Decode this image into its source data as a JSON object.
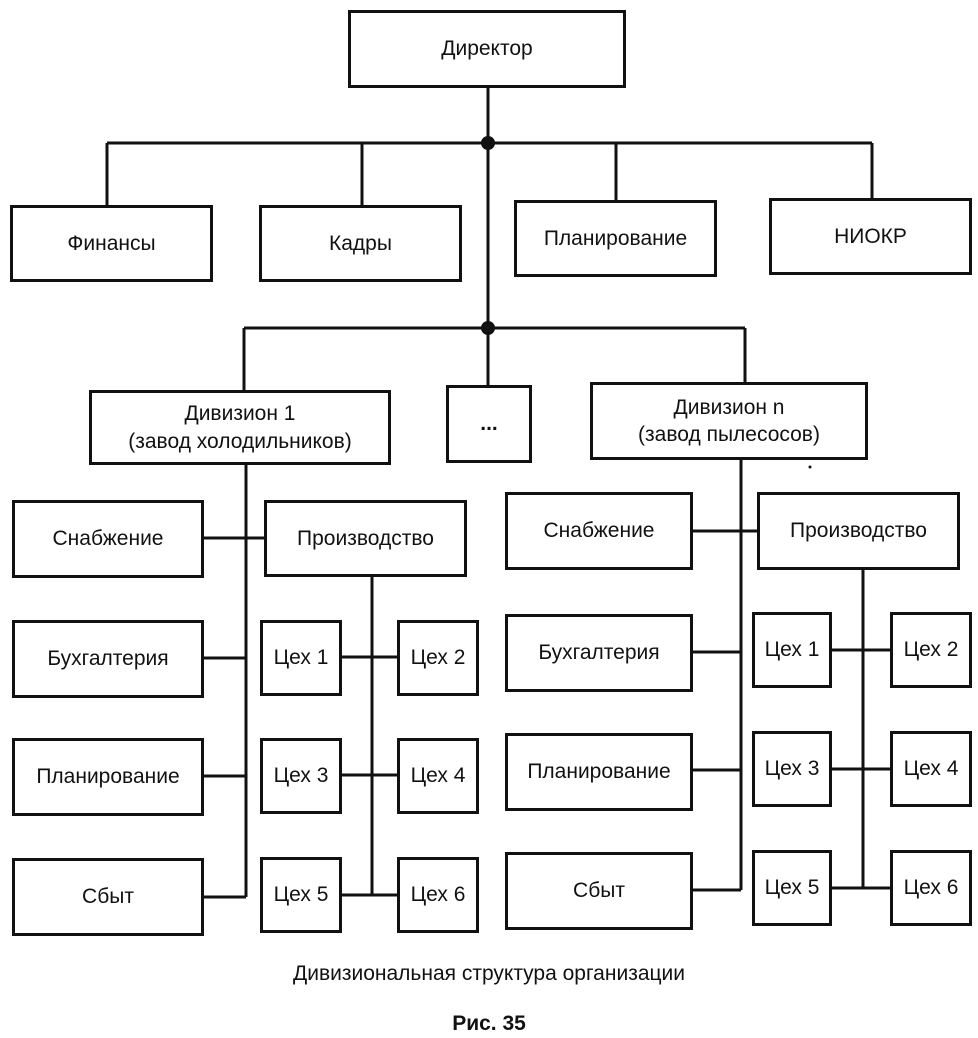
{
  "director": "Директор",
  "staff": {
    "finance": "Финансы",
    "personnel": "Кадры",
    "planning": "Планирование",
    "rnd": "НИОКР"
  },
  "divisions": {
    "first": "Дивизион 1\n(завод холодильников)",
    "ellipsis": "...",
    "last": "Дивизион n\n(завод пылесосов)"
  },
  "left_division": {
    "supply": "Снабжение",
    "accounting": "Бухгалтерия",
    "planning": "Планирование",
    "sales": "Сбыт",
    "production": "Производство",
    "workshops": [
      "Цех 1",
      "Цех 2",
      "Цех 3",
      "Цех 4",
      "Цех 5",
      "Цех 6"
    ]
  },
  "right_division": {
    "supply": "Снабжение",
    "accounting": "Бухгалтерия",
    "planning": "Планирование",
    "sales": "Сбыт",
    "production": "Производство",
    "workshops": [
      "Цех 1",
      "Цех 2",
      "Цех 3",
      "Цех 4",
      "Цех 5",
      "Цех 6"
    ]
  },
  "caption": "Дивизиональная структура организации",
  "figure_label": "Рис. 35"
}
